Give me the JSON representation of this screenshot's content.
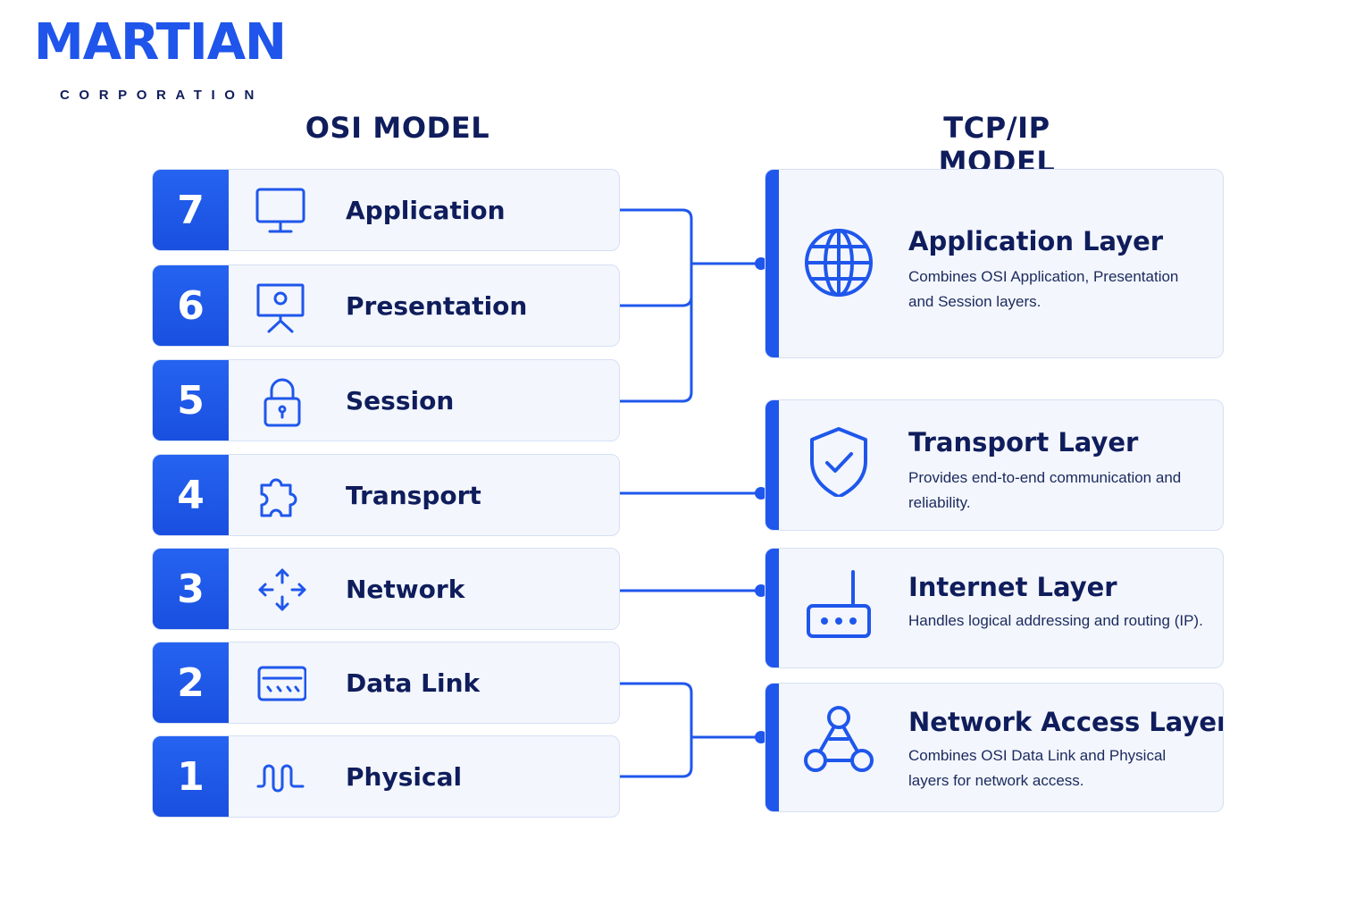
{
  "logo": {
    "wordmark": "MARTIAN",
    "subtitle": "CORPORATION"
  },
  "headings": {
    "osi": "OSI MODEL",
    "tcp": "TCP/IP MODEL"
  },
  "osi_layers": [
    {
      "number": "7",
      "label": "Application",
      "icon": "monitor-icon"
    },
    {
      "number": "6",
      "label": "Presentation",
      "icon": "presentation-board-icon"
    },
    {
      "number": "5",
      "label": "Session",
      "icon": "lock-icon"
    },
    {
      "number": "4",
      "label": "Transport",
      "icon": "puzzle-icon"
    },
    {
      "number": "3",
      "label": "Network",
      "icon": "move-arrows-icon"
    },
    {
      "number": "2",
      "label": "Data Link",
      "icon": "network-card-icon"
    },
    {
      "number": "1",
      "label": "Physical",
      "icon": "signal-wave-icon"
    }
  ],
  "tcp_layers": [
    {
      "title": "Application Layer",
      "description": "Combines OSI Application, Presentation and Session layers.",
      "icon": "globe-icon"
    },
    {
      "title": "Transport Layer",
      "description": "Provides end-to-end communication and reliability.",
      "icon": "shield-check-icon"
    },
    {
      "title": "Internet Layer",
      "description": "Handles logical addressing and routing (IP).",
      "icon": "router-icon"
    },
    {
      "title": "Network Access Layer",
      "description": "Combines OSI Data Link and Physical layers for network access.",
      "icon": "network-nodes-icon"
    }
  ],
  "colors": {
    "accent": "#1f57ec",
    "navy": "#0f1d5c",
    "card_bg": "#f3f6fc",
    "card_border": "#d6e0f5"
  }
}
